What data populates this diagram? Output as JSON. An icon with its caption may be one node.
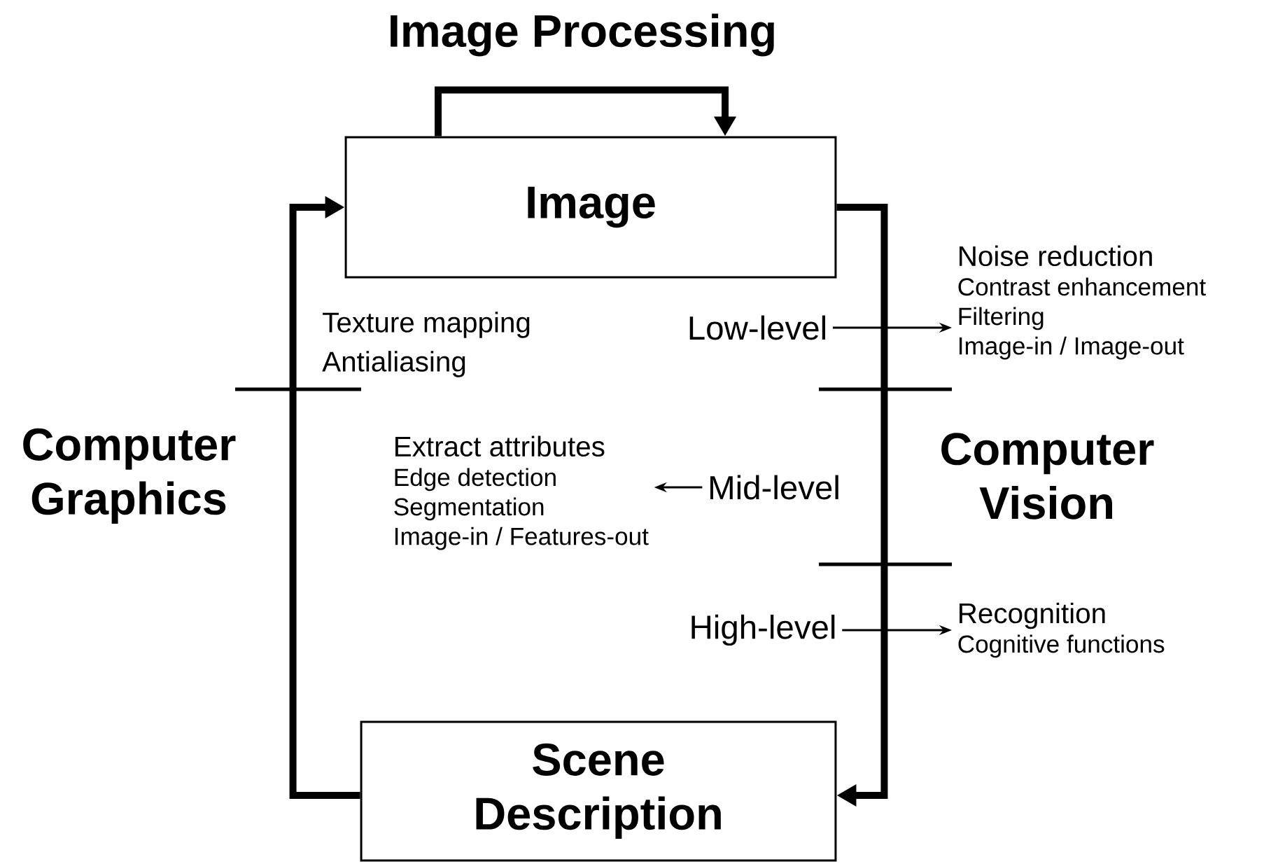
{
  "diagram": {
    "title": "Image Processing",
    "nodes": [
      {
        "text": [
          "Image"
        ]
      },
      {
        "text": [
          "Scene Description"
        ]
      },
      {
        "text": [
          "Low-level"
        ]
      },
      {
        "text": [
          "Noise reduction",
          "Contrast enhancement",
          "Filtering",
          "Image-in / Image-out"
        ]
      },
      {
        "text": [
          "Mid-level"
        ]
      },
      {
        "text": [
          "Extract attributes",
          "Edge detection",
          "Segmentation",
          "Image-in / Features-out"
        ]
      },
      {
        "text": [
          "High-level"
        ]
      },
      {
        "text": [
          "Recognition",
          "Cognitive functions"
        ]
      }
    ],
    "edges": [
      {
        "from": 0,
        "to": 0,
        "arrow": "to",
        "style": "thick"
      },
      {
        "from": 0,
        "to": 1,
        "arrow": "to",
        "style": "thick"
      },
      {
        "from": 1,
        "to": 0,
        "arrow": "to",
        "style": "thick"
      },
      {
        "from": 2,
        "to": 3,
        "arrow": "to"
      },
      {
        "from": 4,
        "to": 5,
        "arrow": "to"
      },
      {
        "from": 6,
        "to": 7,
        "arrow": "to"
      }
    ],
    "labels": [
      "Texture mapping",
      "Antialiasing",
      "Computer Graphics",
      "Computer Vision"
    ]
  }
}
